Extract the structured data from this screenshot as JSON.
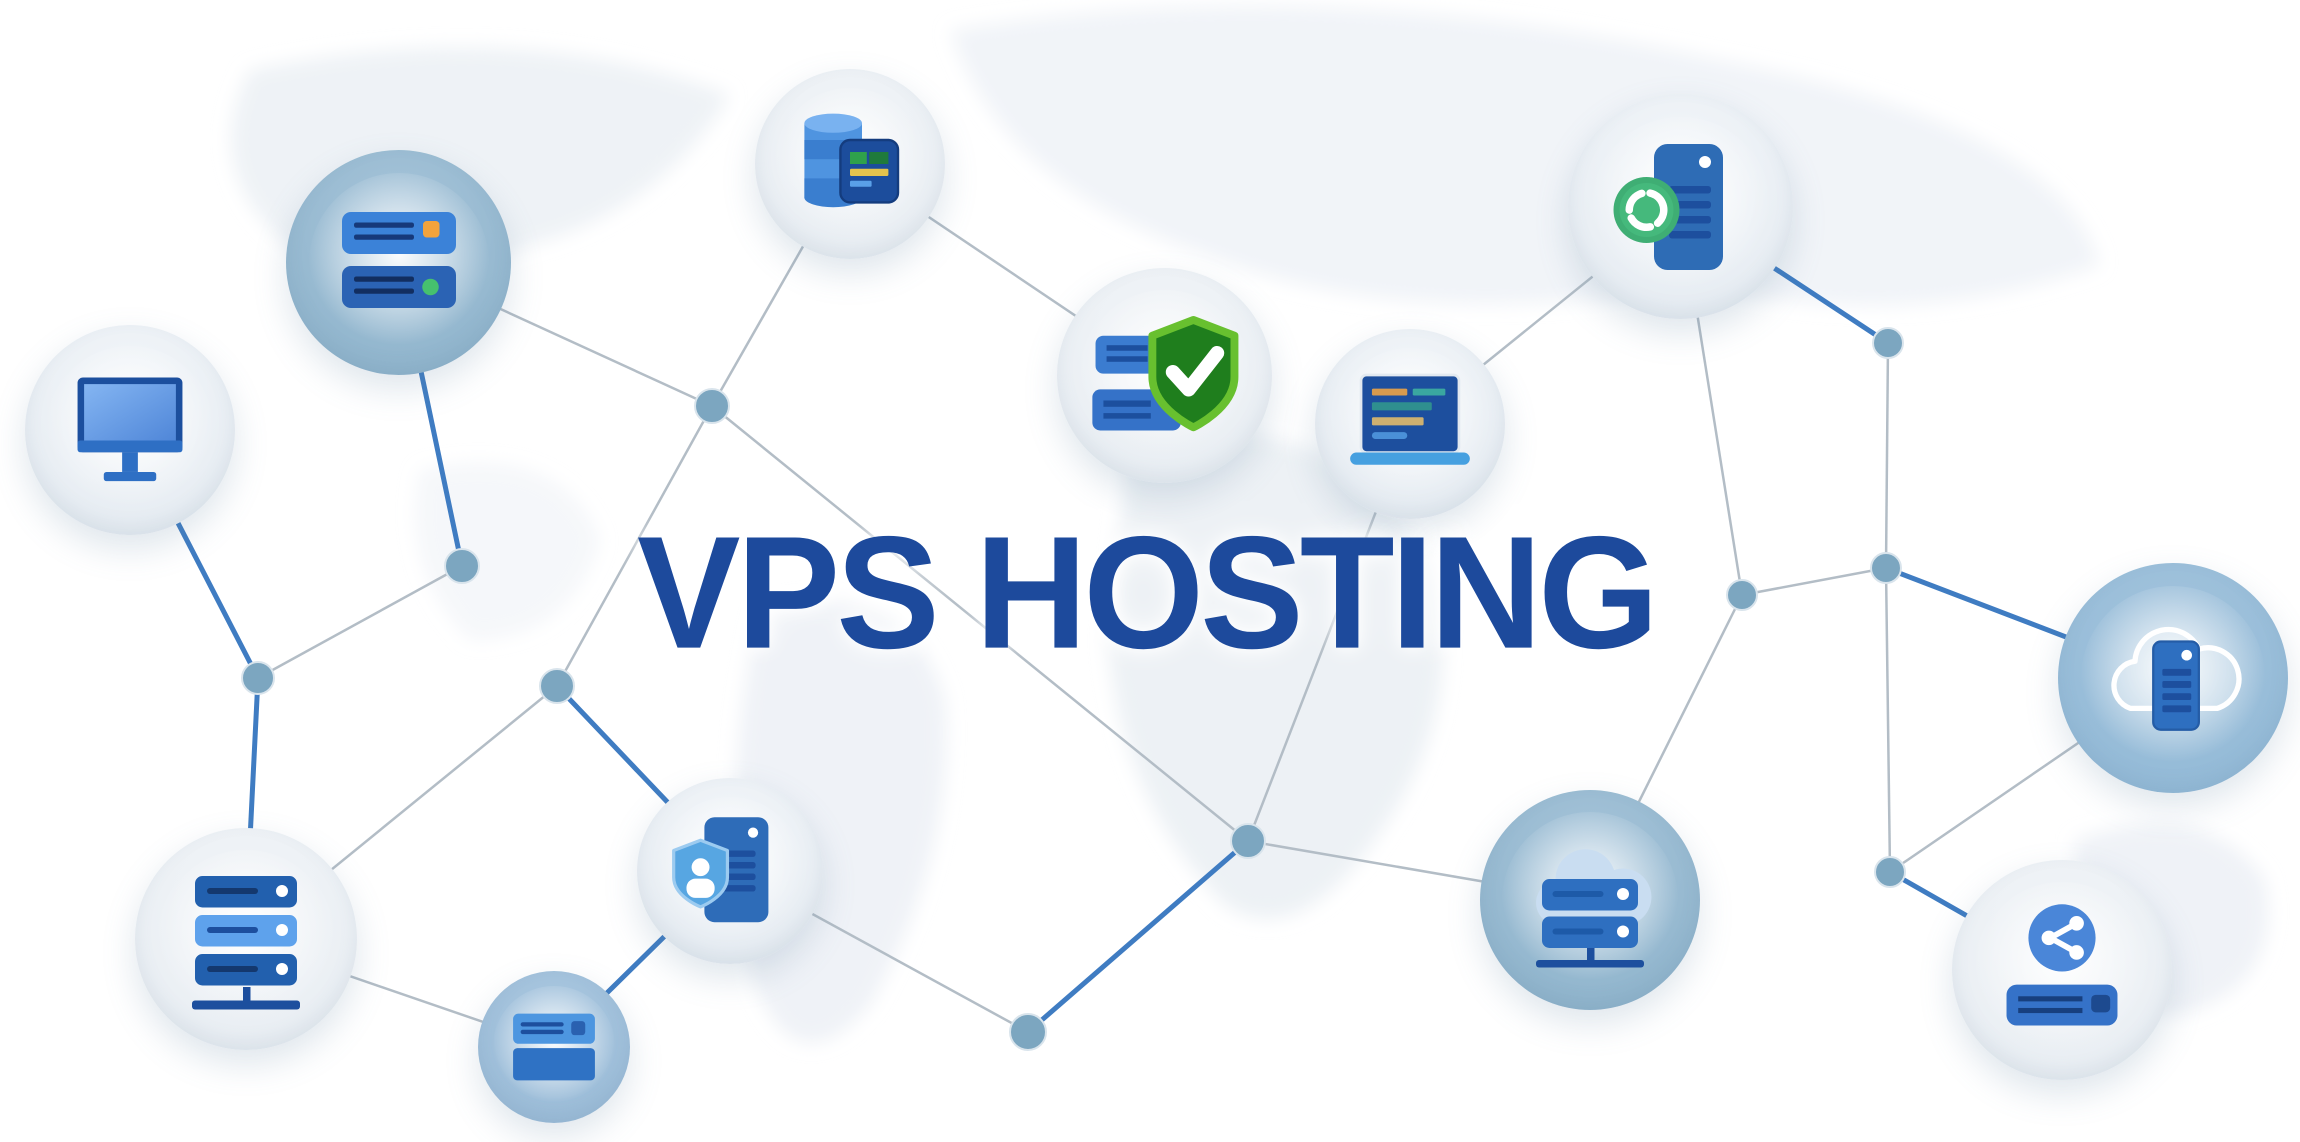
{
  "title": "VPS HOSTING",
  "palette": {
    "title_blue": "#1d4a9c",
    "connection_line_gray": "#b3bdc6",
    "connection_line_blue": "#3f7cc2",
    "junction_dot_blue": "#7ca6c0",
    "server_blue": "#2e6fc0",
    "server_navy": "#1d4f9e",
    "shield_green": "#1f7e1d",
    "shield_green_ring": "#68c02f",
    "sync_badge_green": "#45b97c",
    "led_orange": "#f2a33c",
    "led_green": "#46c16e",
    "share_circle_blue": "#4a86d8",
    "cloud_light_blue": "#c9ddf1",
    "node_circle_light": "#e9eef3",
    "node_circle_steel": "#8fb4cc"
  },
  "nodes": [
    {
      "id": "desktop-monitor",
      "icon": "monitor-icon"
    },
    {
      "id": "server-pair",
      "icon": "dual-server-icon"
    },
    {
      "id": "database-server",
      "icon": "database-server-icon"
    },
    {
      "id": "protected-servers",
      "icon": "shield-check-icon"
    },
    {
      "id": "laptop-terminal",
      "icon": "laptop-code-icon"
    },
    {
      "id": "server-sync",
      "icon": "server-sync-icon"
    },
    {
      "id": "cloud-server",
      "icon": "cloud-server-icon"
    },
    {
      "id": "share-server",
      "icon": "share-server-icon"
    },
    {
      "id": "cloud-rack",
      "icon": "cloud-rack-icon"
    },
    {
      "id": "server-rack",
      "icon": "server-rack-icon"
    },
    {
      "id": "secure-server",
      "icon": "secure-server-icon"
    },
    {
      "id": "mini-server",
      "icon": "mini-server-icon"
    }
  ]
}
